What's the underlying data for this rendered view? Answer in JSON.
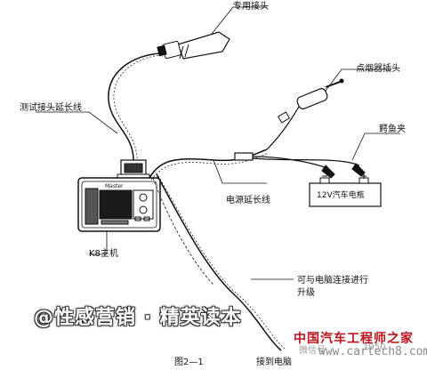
{
  "labels": {
    "special_connector": "专用接头",
    "cigarette_plug": "点烟器插头",
    "test_extension": "测试接头延长线",
    "alligator_clips": "鳄鱼夹",
    "power_extension": "电源延长线",
    "battery": "12V汽车电瓶",
    "main_unit": "K8主机",
    "pc_upgrade_line1": "可与电脑连接进行",
    "pc_upgrade_line2": "升级",
    "connect_pc": "接到电脑",
    "figure_caption": "图2—1"
  },
  "device": {
    "brand": "Master"
  },
  "watermarks": {
    "overlay": "@性感营销 · 精英读本",
    "site_name": "中国汽车工程师之家",
    "site_url": "www.cartech8.com",
    "faint_text": "微信号",
    "faint_number": "1950"
  },
  "colors": {
    "overlay_text": "#ffffff",
    "site_red": "#c0121c"
  }
}
